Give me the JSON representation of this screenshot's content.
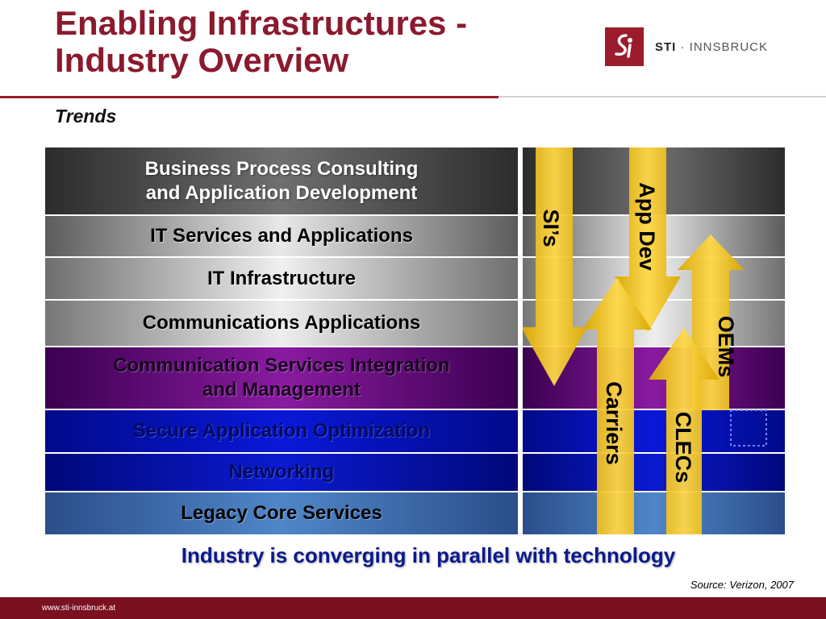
{
  "title": {
    "line1": "Enabling Infrastructures -",
    "line2": "Industry Overview"
  },
  "subtitle": "Trends",
  "logo": {
    "name": "STI",
    "suffix": "· INNSBRUCK"
  },
  "layers": [
    {
      "line1": "Business Process Consulting",
      "line2": "and Application Development"
    },
    {
      "line1": "IT Services and Applications",
      "line2": ""
    },
    {
      "line1": "IT Infrastructure",
      "line2": ""
    },
    {
      "line1": "Communications Applications",
      "line2": ""
    },
    {
      "line1": "Communication Services Integration",
      "line2": "and Management"
    },
    {
      "line1": "Secure Application Optimization",
      "line2": ""
    },
    {
      "line1": "Networking",
      "line2": ""
    },
    {
      "line1": "Legacy Core Services",
      "line2": ""
    }
  ],
  "arrows": {
    "sis": "SI’s",
    "appdev": "App Dev",
    "carriers": "Carriers",
    "clecs": "CLECs",
    "oems": "OEMs"
  },
  "caption": "Industry is converging in parallel with technology",
  "source": "Source: Verizon, 2007",
  "footer": {
    "url": "www.sti-innsbruck.at"
  },
  "colors": {
    "brand": "#8b1a2e",
    "caption": "#0b1a8c",
    "arrow": "#f5c518"
  }
}
